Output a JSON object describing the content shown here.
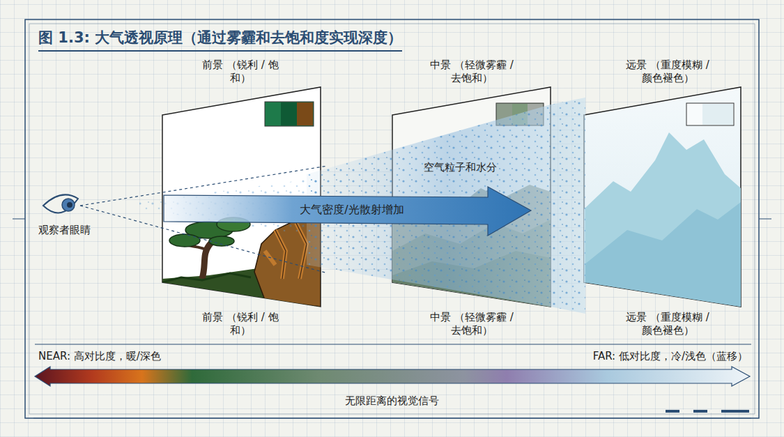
{
  "diagram": {
    "title": "图 1.3: 大气透视原理（通过雾霾和去饱和度实现深度）",
    "nodes": [
      {
        "text": [
          "前景 （锐利 / 饱和）",
          "前景 （锐利 / 饱和）"
        ]
      },
      {
        "text": [
          "中景 （轻微雾霾 / 去饱和）",
          "中景 （轻微雾霾 / 去饱和）"
        ]
      },
      {
        "text": [
          "远景 （重度模糊 / 颜色褪色）",
          "远景 （重度模糊 / 颜色褪色）"
        ]
      }
    ],
    "labels": [
      "观察者眼睛",
      "空气粒子和水分",
      "大气密度/光散射增加",
      "NEAR: 高对比度，暖/深色",
      "FAR: 低对比度，冷/浅色（蓝移）",
      "无限距离的视觉信号"
    ]
  }
}
